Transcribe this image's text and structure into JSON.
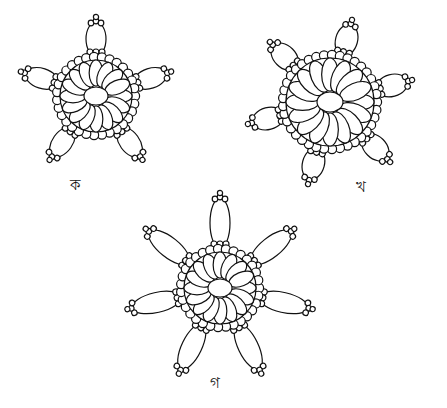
{
  "diagram": {
    "labels": [
      "ক",
      "খ",
      "গ"
    ]
  }
}
